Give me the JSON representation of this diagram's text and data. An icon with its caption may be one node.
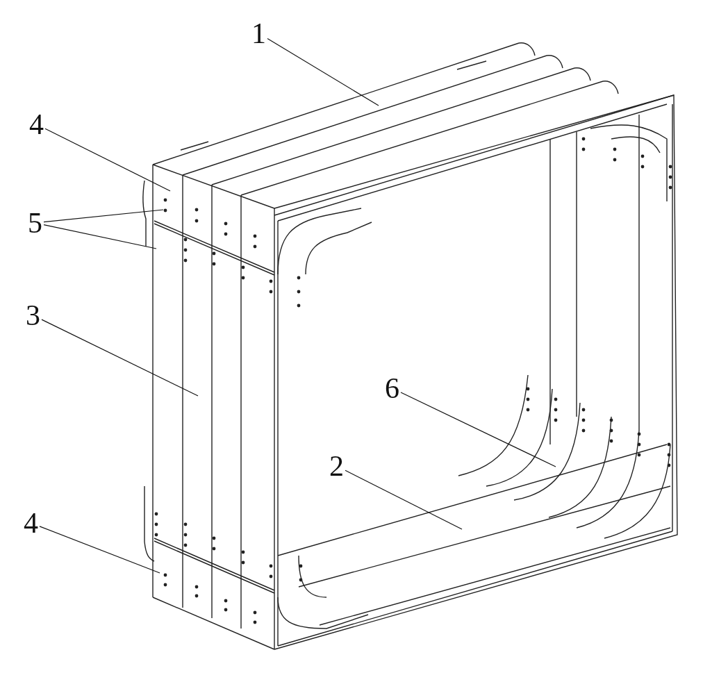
{
  "diagram": {
    "nodes": [
      {
        "text": [
          "1"
        ]
      },
      {
        "text": [
          "4"
        ]
      },
      {
        "text": [
          "5"
        ]
      },
      {
        "text": [
          "3"
        ]
      },
      {
        "text": [
          "6"
        ]
      },
      {
        "text": [
          "2"
        ]
      },
      {
        "text": [
          "4"
        ]
      }
    ],
    "edges": [
      {
        "from": 0,
        "to": null,
        "arrow": "none"
      },
      {
        "from": 1,
        "to": null,
        "arrow": "none"
      },
      {
        "from": 2,
        "to": null,
        "arrow": "none"
      },
      {
        "from": 2,
        "to": null,
        "arrow": "none"
      },
      {
        "from": 3,
        "to": null,
        "arrow": "none"
      },
      {
        "from": 4,
        "to": null,
        "arrow": "none"
      },
      {
        "from": 5,
        "to": null,
        "arrow": "none"
      },
      {
        "from": 6,
        "to": null,
        "arrow": "none"
      }
    ]
  }
}
